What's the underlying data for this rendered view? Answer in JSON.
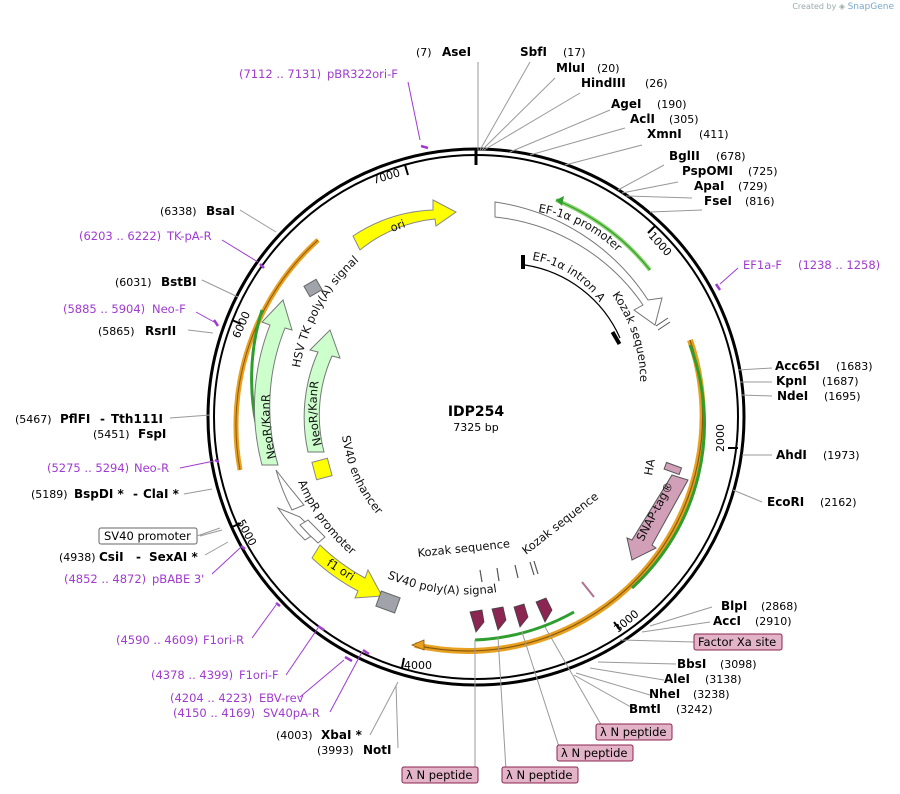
{
  "credit": {
    "prefix": "Created by",
    "brand": "SnapGene"
  },
  "plasmid": {
    "name": "IDP254",
    "length": "7325 bp"
  },
  "ticks": [
    "1000",
    "2000",
    "3000",
    "4000",
    "5000",
    "6000",
    "7000"
  ],
  "enzymes": [
    {
      "name": "AseI",
      "pos": "(7)"
    },
    {
      "name": "SbfI",
      "pos": "(17)"
    },
    {
      "name": "MluI",
      "pos": "(20)"
    },
    {
      "name": "HindIII",
      "pos": "(26)"
    },
    {
      "name": "AgeI",
      "pos": "(190)"
    },
    {
      "name": "AclI",
      "pos": "(305)"
    },
    {
      "name": "XmnI",
      "pos": "(411)"
    },
    {
      "name": "BglII",
      "pos": "(678)"
    },
    {
      "name": "PspOMI",
      "pos": "(725)"
    },
    {
      "name": "ApaI",
      "pos": "(729)"
    },
    {
      "name": "FseI",
      "pos": "(816)"
    },
    {
      "name": "Acc65I",
      "pos": "(1683)"
    },
    {
      "name": "KpnI",
      "pos": "(1687)"
    },
    {
      "name": "NdeI",
      "pos": "(1695)"
    },
    {
      "name": "AhdI",
      "pos": "(1973)"
    },
    {
      "name": "EcoRI",
      "pos": "(2162)"
    },
    {
      "name": "BlpI",
      "pos": "(2868)"
    },
    {
      "name": "AccI",
      "pos": "(2910)"
    },
    {
      "name": "BbsI",
      "pos": "(3098)"
    },
    {
      "name": "AleI",
      "pos": "(3138)"
    },
    {
      "name": "NheI",
      "pos": "(3238)"
    },
    {
      "name": "BmtI",
      "pos": "(3242)"
    },
    {
      "name": "XbaI *",
      "pos": "(4003)"
    },
    {
      "name": "NotI",
      "pos": "(3993)"
    },
    {
      "name": "SexAI *",
      "pos": "(4938)"
    },
    {
      "name": "CsiI",
      "pos": ""
    },
    {
      "name": "ClaI *",
      "pos": "(5189)"
    },
    {
      "name": "BspDI *",
      "pos": ""
    },
    {
      "name": "FspI",
      "pos": "(5451)"
    },
    {
      "name": "Tth111I",
      "pos": "(5467)"
    },
    {
      "name": "PflFI",
      "pos": ""
    },
    {
      "name": "RsrII",
      "pos": "(5865)"
    },
    {
      "name": "BstBI",
      "pos": "(6031)"
    },
    {
      "name": "BsaI",
      "pos": "(6338)"
    }
  ],
  "primers": [
    {
      "name": "pBR322ori-F",
      "range": "(7112 .. 7131)"
    },
    {
      "name": "EF1a-F",
      "range": "(1238 .. 1258)"
    },
    {
      "name": "TK-pA-R",
      "range": "(6203 .. 6222)"
    },
    {
      "name": "Neo-F",
      "range": "(5885 .. 5904)"
    },
    {
      "name": "Neo-R",
      "range": "(5275 .. 5294)"
    },
    {
      "name": "pBABE 3'",
      "range": "(4852 .. 4872)"
    },
    {
      "name": "F1ori-R",
      "range": "(4590 .. 4609)"
    },
    {
      "name": "F1ori-F",
      "range": "(4378 .. 4399)"
    },
    {
      "name": "EBV-rev",
      "range": "(4204 .. 4223)"
    },
    {
      "name": "SV40pA-R",
      "range": "(4150 .. 4169)"
    }
  ],
  "features": {
    "ori": "ori",
    "ef1a_promoter": "EF-1α promoter",
    "ef1a_intron": "EF-1α intron A",
    "kozak": "Kozak sequence",
    "ha": "HA",
    "snap": "SNAP-tag®",
    "hsv_tk": "HSV TK poly(A) signal",
    "neokan": "NeoR/KanR",
    "sv40_enhancer": "SV40 enhancer",
    "ampr_promoter": "AmpR promoter",
    "f1_ori": "f1 ori",
    "sv40_polya": "SV40 poly(A) signal"
  },
  "boxed_labels": {
    "sv40_promoter": "SV40 promoter",
    "factor_xa": "Factor Xa site",
    "lambda_n": "λ N peptide"
  },
  "colors": {
    "primer": "#a03ad0",
    "ori": "#ffff00",
    "snap": "#d19fb7",
    "neo": "#ccffcc",
    "lambda": "#8b2552",
    "orf_green": "#2e9e2e",
    "orf_orange": "#e8a020",
    "boxed_pink": "#e3b4c7"
  }
}
